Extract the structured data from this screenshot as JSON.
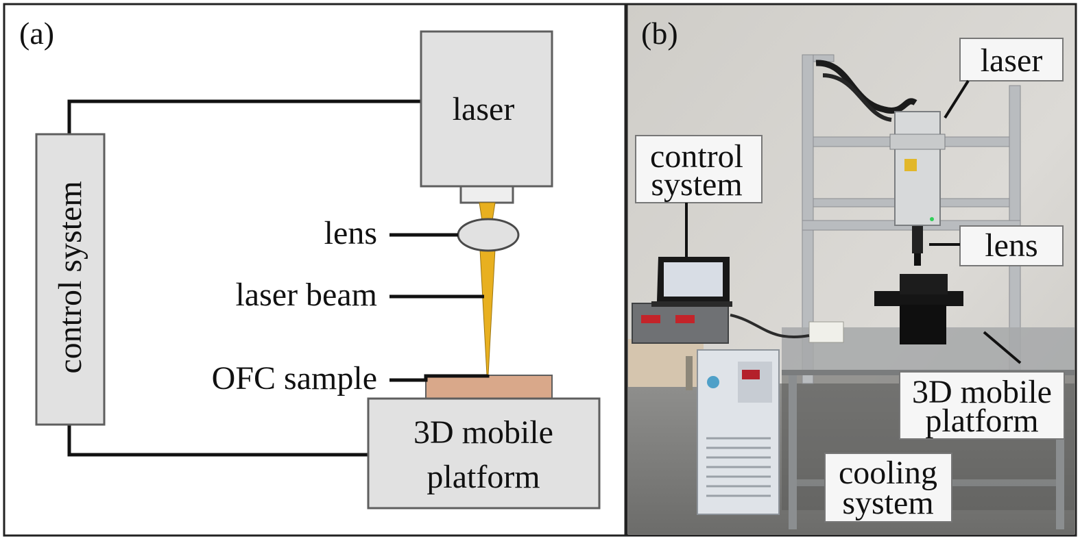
{
  "panel_a": {
    "tag": "(a)",
    "laser": "laser",
    "lens": "lens",
    "laser_beam": "laser beam",
    "ofc_sample": "OFC sample",
    "control_system": "control system",
    "platform_line1": "3D mobile",
    "platform_line2": "platform"
  },
  "panel_b": {
    "tag": "(b)",
    "laser": "laser",
    "control_line1": "control",
    "control_line2": "system",
    "lens": "lens",
    "platform_line1": "3D mobile",
    "platform_line2": "platform",
    "cooling_line1": "cooling",
    "cooling_line2": "system"
  },
  "colors": {
    "box_fill": "#e1e1e1",
    "box_stroke": "#5e5e5e",
    "beam": "#e8b020",
    "sample": "#d9a88a",
    "wire": "#111111",
    "wall": "#d4d2cd"
  }
}
